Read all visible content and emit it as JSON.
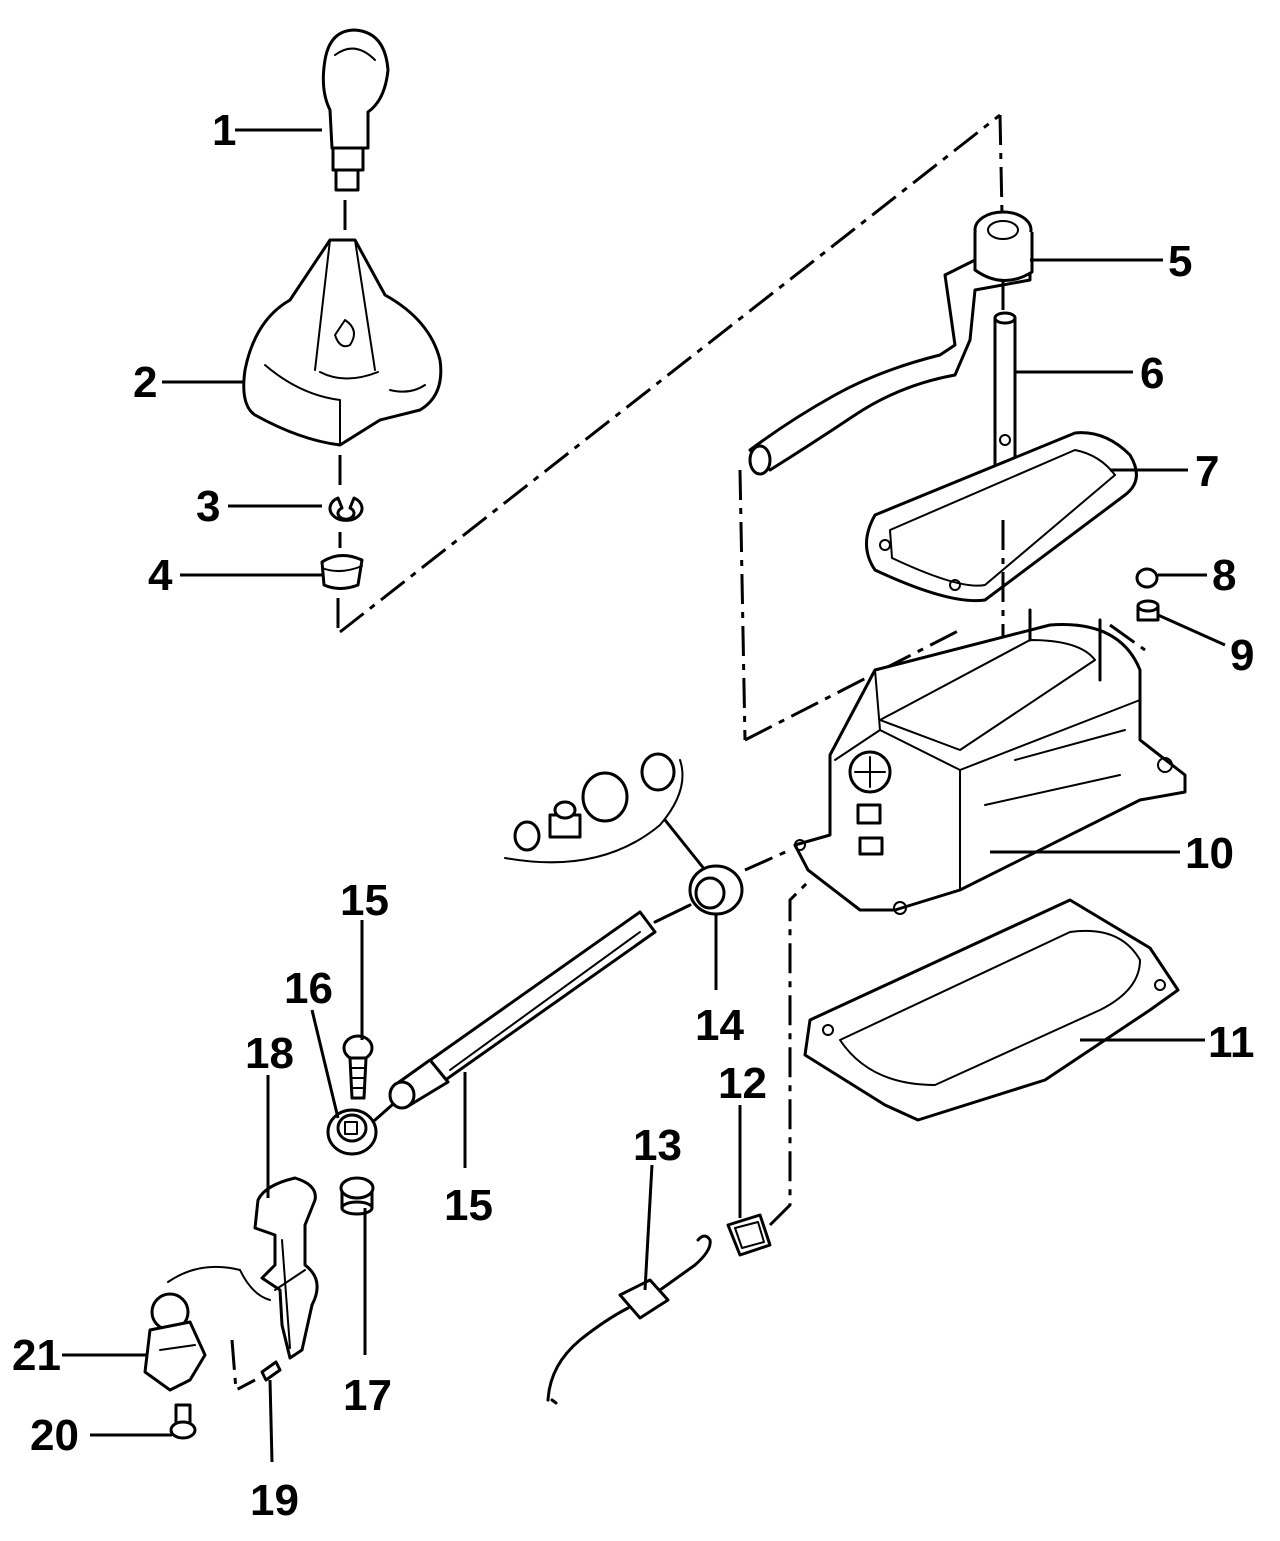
{
  "callouts": {
    "c1": "1",
    "c2": "2",
    "c3": "3",
    "c4": "4",
    "c5": "5",
    "c6": "6",
    "c7": "7",
    "c8": "8",
    "c9": "9",
    "c10": "10",
    "c11": "11",
    "c12": "12",
    "c13": "13",
    "c14": "14",
    "c15a": "15",
    "c15b": "15",
    "c16": "16",
    "c17": "17",
    "c18": "18",
    "c19": "19",
    "c20": "20",
    "c21": "21"
  }
}
